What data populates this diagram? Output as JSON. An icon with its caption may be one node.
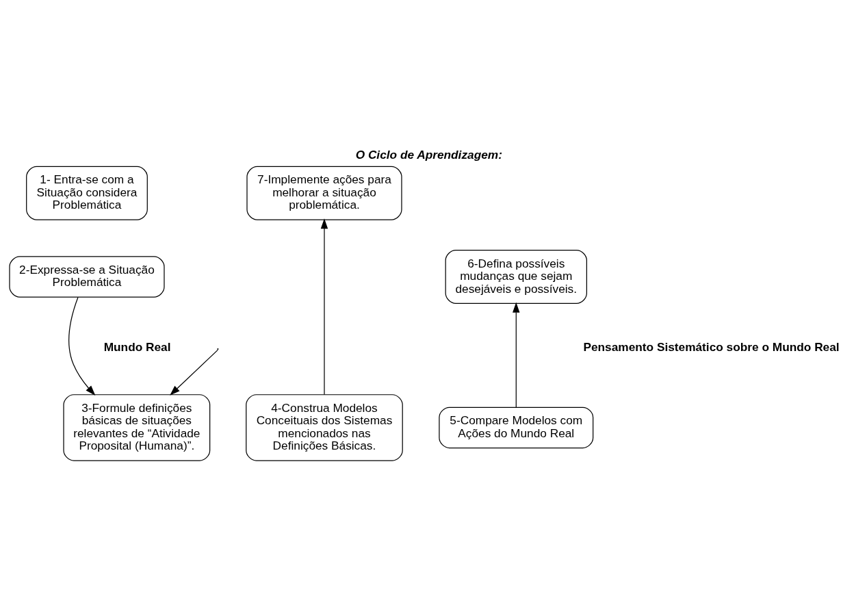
{
  "diagram": {
    "title": "O Ciclo de Aprendizagem:",
    "nodes": [
      {
        "text": [
          "1- Entra-se com a Situação considera Problemática"
        ]
      },
      {
        "text": [
          "2-Expressa-se a Situação Problemática"
        ]
      },
      {
        "text": [
          "3-Formule definições básicas de situações relevantes de “Atividade Proposital (Humana)”."
        ]
      },
      {
        "text": [
          "4-Construa Modelos Conceituais dos Sistemas mencionados nas Definições Básicas."
        ]
      },
      {
        "text": [
          "5-Compare Modelos com Ações do Mundo Real"
        ]
      },
      {
        "text": [
          "6-Defina possíveis mudanças que sejam desejáveis e possíveis."
        ]
      },
      {
        "text": [
          "7-Implemente ações para melhorar a situação problemática."
        ]
      }
    ],
    "edges": [
      {
        "from": 1,
        "to": 2,
        "arrow": "to"
      },
      {
        "from": null,
        "to": 2,
        "arrow": "to"
      },
      {
        "from": 3,
        "to": 6,
        "arrow": "to"
      },
      {
        "from": 4,
        "to": 5,
        "arrow": "to"
      }
    ],
    "labels": [
      "Mundo Real",
      "Pensamento Sistemático sobre o Mundo Real"
    ]
  }
}
